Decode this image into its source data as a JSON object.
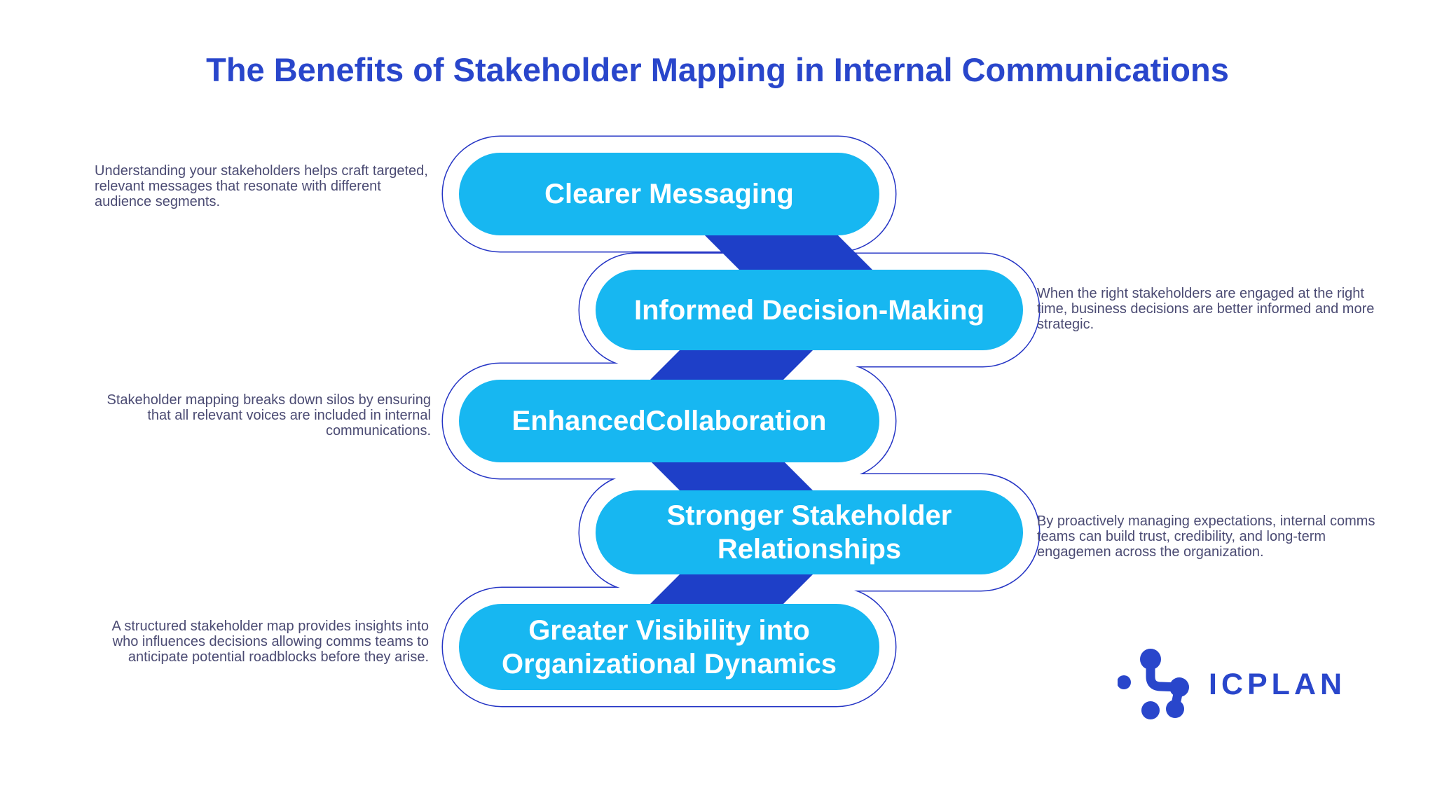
{
  "title": "The Benefits of Stakeholder Mapping in Internal Communications",
  "colors": {
    "title_blue": "#2946CB",
    "pill_fill": "#17B7F1",
    "pill_outline": "#2535C5",
    "connector_ribbon": "#1E3FC8",
    "annotation_text": "#4B4B73",
    "pill_label_text": "#FFFFFF"
  },
  "pills": [
    {
      "label": "Clearer Messaging"
    },
    {
      "label": "Informed Decision-Making"
    },
    {
      "label": "EnhancedCollaboration"
    },
    {
      "label": "Stronger Stakeholder\nRelationships"
    },
    {
      "label": "Greater Visibility into\nOrganizational Dynamics"
    }
  ],
  "annotations": [
    {
      "side": "left",
      "text": "Understanding your stakeholders helps craft targeted,\nrelevant messages that resonate with different\naudience segments."
    },
    {
      "side": "right",
      "text": "When the right stakeholders are engaged at the right\ntime, business decisions are better informed and more\nstrategic."
    },
    {
      "side": "left",
      "text": "Stakeholder mapping breaks down silos by ensuring\nthat all relevant voices are included in internal\ncommunications."
    },
    {
      "side": "right",
      "text": "By proactively managing expectations, internal comms\nteams can build trust, credibility, and long-term\nengagemen across the organization."
    },
    {
      "side": "left",
      "text": "A structured stakeholder map provides insights into\nwho influences decisions allowing comms teams to\nanticipate potential roadblocks before they arise."
    }
  ],
  "logo": {
    "text": "ICPLAN"
  }
}
